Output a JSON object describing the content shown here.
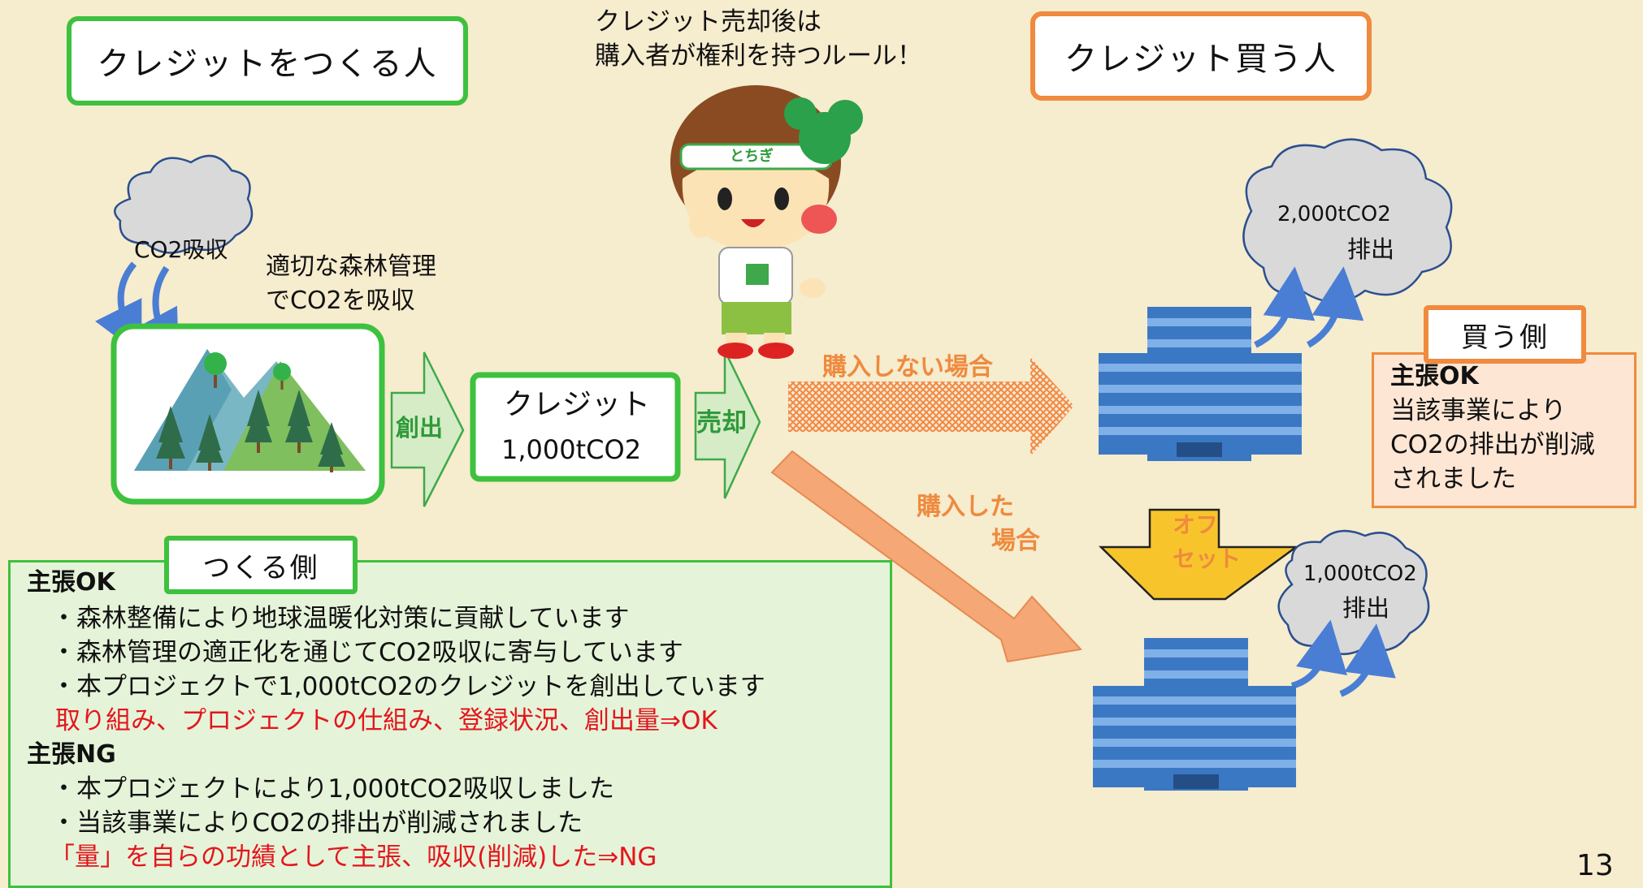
{
  "left_title": "クレジットをつくる人",
  "right_title": "クレジット買う人",
  "rule_note": [
    "クレジット売却後は",
    "購入者が権利を持つルール！"
  ],
  "cloud_left": "CO2吸収",
  "forest_note": [
    "適切な森林管理",
    "でCO2を吸収"
  ],
  "arrow_create": "創出",
  "credit_box": {
    "title": "クレジット",
    "amount": "1,000tCO2"
  },
  "arrow_sell": "売却",
  "headband_text": "とちぎ",
  "not_purchased_label": "購入しない場合",
  "purchased_label": [
    "購入した",
    "場合"
  ],
  "cloud_top": [
    "2,000tCO2",
    "排出"
  ],
  "cloud_bottom": [
    "1,000tCO2",
    "排出"
  ],
  "offset_label": [
    "オフ",
    "セット"
  ],
  "buyer_side": {
    "tab": "買う側",
    "claim_ok": "主張OK",
    "lines": [
      "当該事業により",
      "CO2の排出が削減",
      "されました"
    ]
  },
  "creator_side": {
    "tab": "つくる側",
    "ok_heading": "主張OK",
    "ok_items": [
      "・森林整備により地球温暖化対策に貢献しています",
      "・森林管理の適正化を通じてCO2吸収に寄与しています",
      "・本プロジェクトで1,000tCO2のクレジットを創出しています"
    ],
    "ok_summary": "取り組み、プロジェクトの仕組み、登録状況、創出量⇒OK",
    "ng_heading": "主張NG",
    "ng_items": [
      "・本プロジェクトにより1,000tCO2吸収しました",
      "・当該事業によりCO2の排出が削減されました"
    ],
    "ng_summary": "「量」を自らの功績として主張、吸収(削減)した⇒NG"
  },
  "page_number": "13",
  "colors": {
    "background": "#f6ecce",
    "green": "#3ec13e",
    "orange": "#ef8a3e",
    "red": "#e3161c",
    "building": "#4a86cf"
  }
}
